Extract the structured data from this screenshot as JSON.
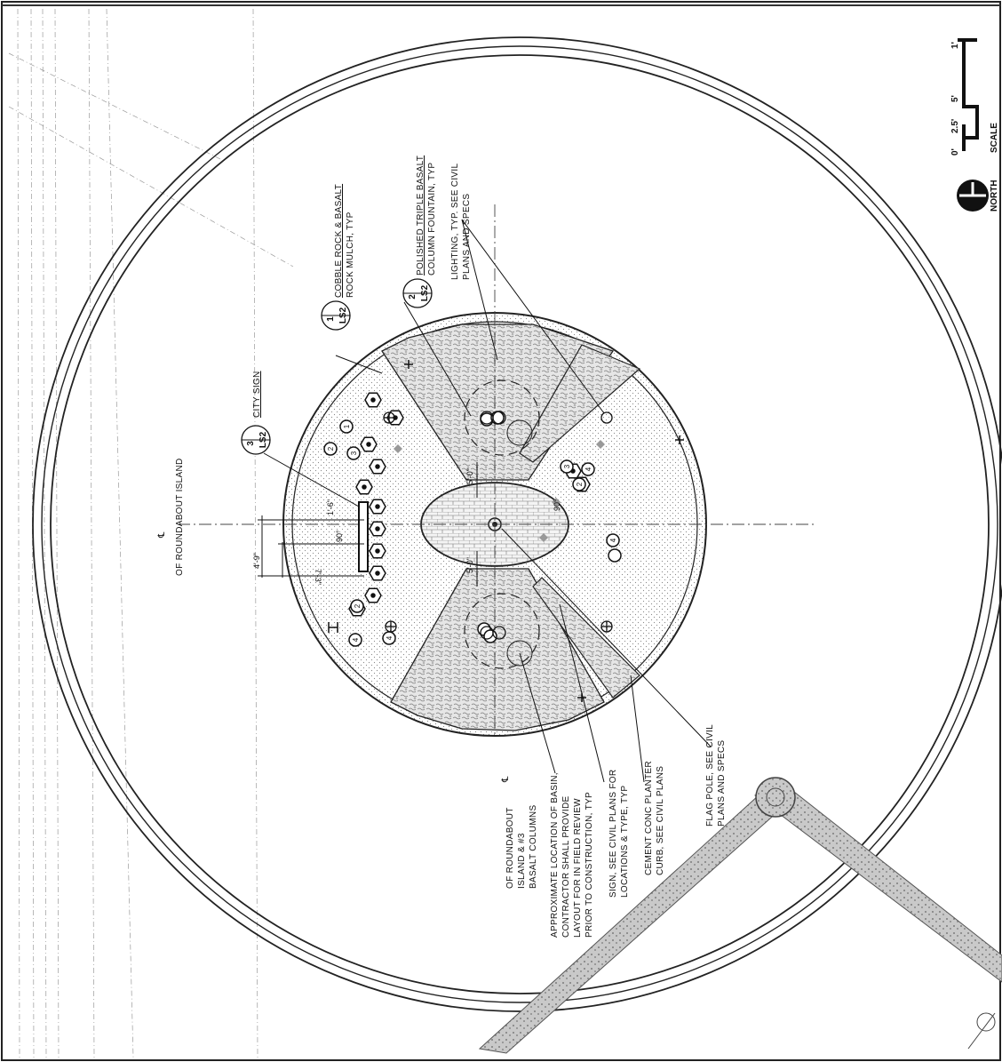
{
  "legend": {
    "north_label": "NORTH",
    "scale_label": "SCALE",
    "scale_ticks": [
      "0'",
      "2.5'",
      "5'",
      "1'"
    ]
  },
  "centerline": {
    "symbol": "℄",
    "label": "OF ROUNDABOUT ISLAND",
    "symbol2": "℄",
    "label2_lines": [
      "OF ROUNDABOUT",
      "ISLAND & #3",
      "BASALT COLUMNS"
    ]
  },
  "callouts": {
    "city_sign": {
      "num": "3",
      "sheet": "LS2",
      "text": "CITY SIGN"
    },
    "cobble": {
      "num": "1",
      "sheet": "LS2",
      "lines": [
        "COBBLE ROCK & BASALT",
        "ROCK MULCH, TYP"
      ]
    },
    "fountain": {
      "num": "2",
      "sheet": "LS2",
      "lines": [
        "POLISHED TRIPLE BASALT",
        "COLUMN FOUNTAIN, TYP"
      ]
    }
  },
  "notes": {
    "lighting": [
      "LIGHTING, TYP. SEE CIVIL",
      "PLANS AND SPECS"
    ],
    "basin": [
      "APPROXIMATE LOCATION OF BASIN,",
      "CONTRACTOR SHALL PROVIDE",
      "LAYOUT FOR IN FIELD REVIEW",
      "PRIOR TO CONSTRUCTION, TYP"
    ],
    "sign": [
      "SIGN, SEE CIVIL PLANS FOR",
      "LOCATIONS & TYPE, TYP"
    ],
    "curb": [
      "CEMENT CONC PLANTER",
      "CURB, SEE CIVIL PLANS"
    ],
    "flag": [
      "FLAG POLE, SEE CIVIL",
      "PLANS AND SPECS"
    ]
  },
  "dimensions": {
    "d1": "4'-9\"",
    "d2": "7'-3\"",
    "d3": "90°",
    "d4": "1'-6\"",
    "d5": "5'-0\"",
    "d6": "5'-0\"",
    "d7": "90°"
  },
  "plant_keys": [
    "1",
    "2",
    "3",
    "4",
    "2",
    "4",
    "3",
    "4",
    "2",
    "4"
  ]
}
